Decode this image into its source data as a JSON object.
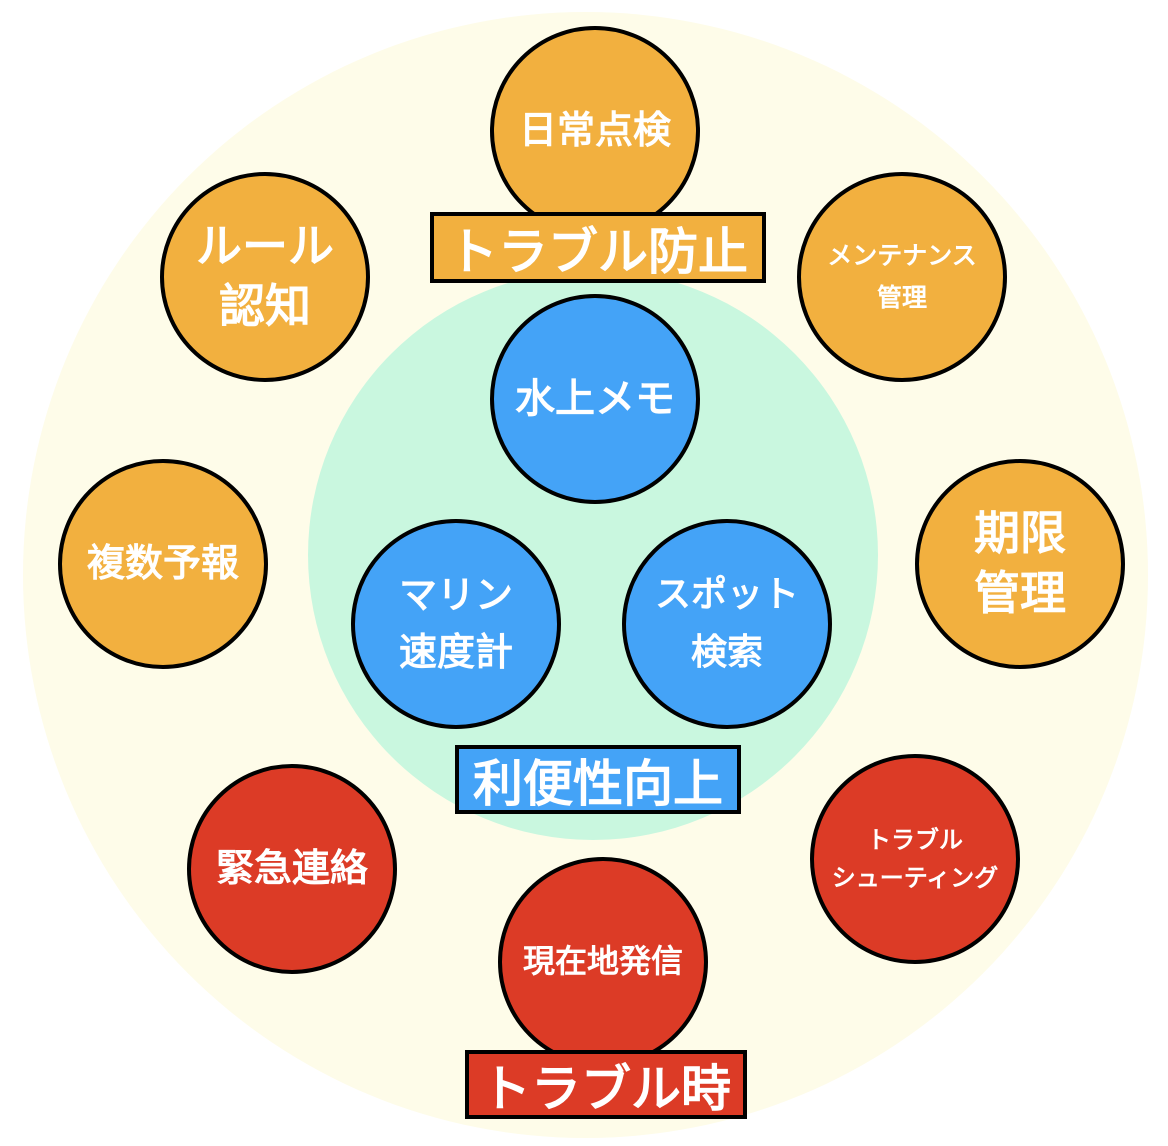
{
  "colors": {
    "orange": "#F2B03F",
    "blue": "#44A3F7",
    "red": "#DC3B26",
    "inner_ring": "#C9F7DF",
    "outer_ring": "#FEFCE9"
  },
  "groups": {
    "prevention": {
      "label": "トラブル防止"
    },
    "convenience": {
      "label": "利便性向上"
    },
    "trouble": {
      "label": "トラブル時"
    }
  },
  "nodes": {
    "daily_check": {
      "lines": [
        "日常点検"
      ]
    },
    "rule": {
      "lines": [
        "ルール",
        "認知"
      ]
    },
    "maintenance": {
      "lines": [
        "メンテナンス",
        "管理"
      ]
    },
    "forecast": {
      "lines": [
        "複数予報"
      ]
    },
    "deadline": {
      "lines": [
        "期限",
        "管理"
      ]
    },
    "memo": {
      "lines": [
        "水上メモ"
      ]
    },
    "speed": {
      "lines": [
        "マリン",
        "速度計"
      ]
    },
    "spot": {
      "lines": [
        "スポット",
        "検索"
      ]
    },
    "emergency": {
      "lines": [
        "緊急連絡"
      ]
    },
    "location": {
      "lines": [
        "現在地発信"
      ]
    },
    "troubleshoot": {
      "lines": [
        "トラブル",
        "シューティング"
      ]
    }
  }
}
